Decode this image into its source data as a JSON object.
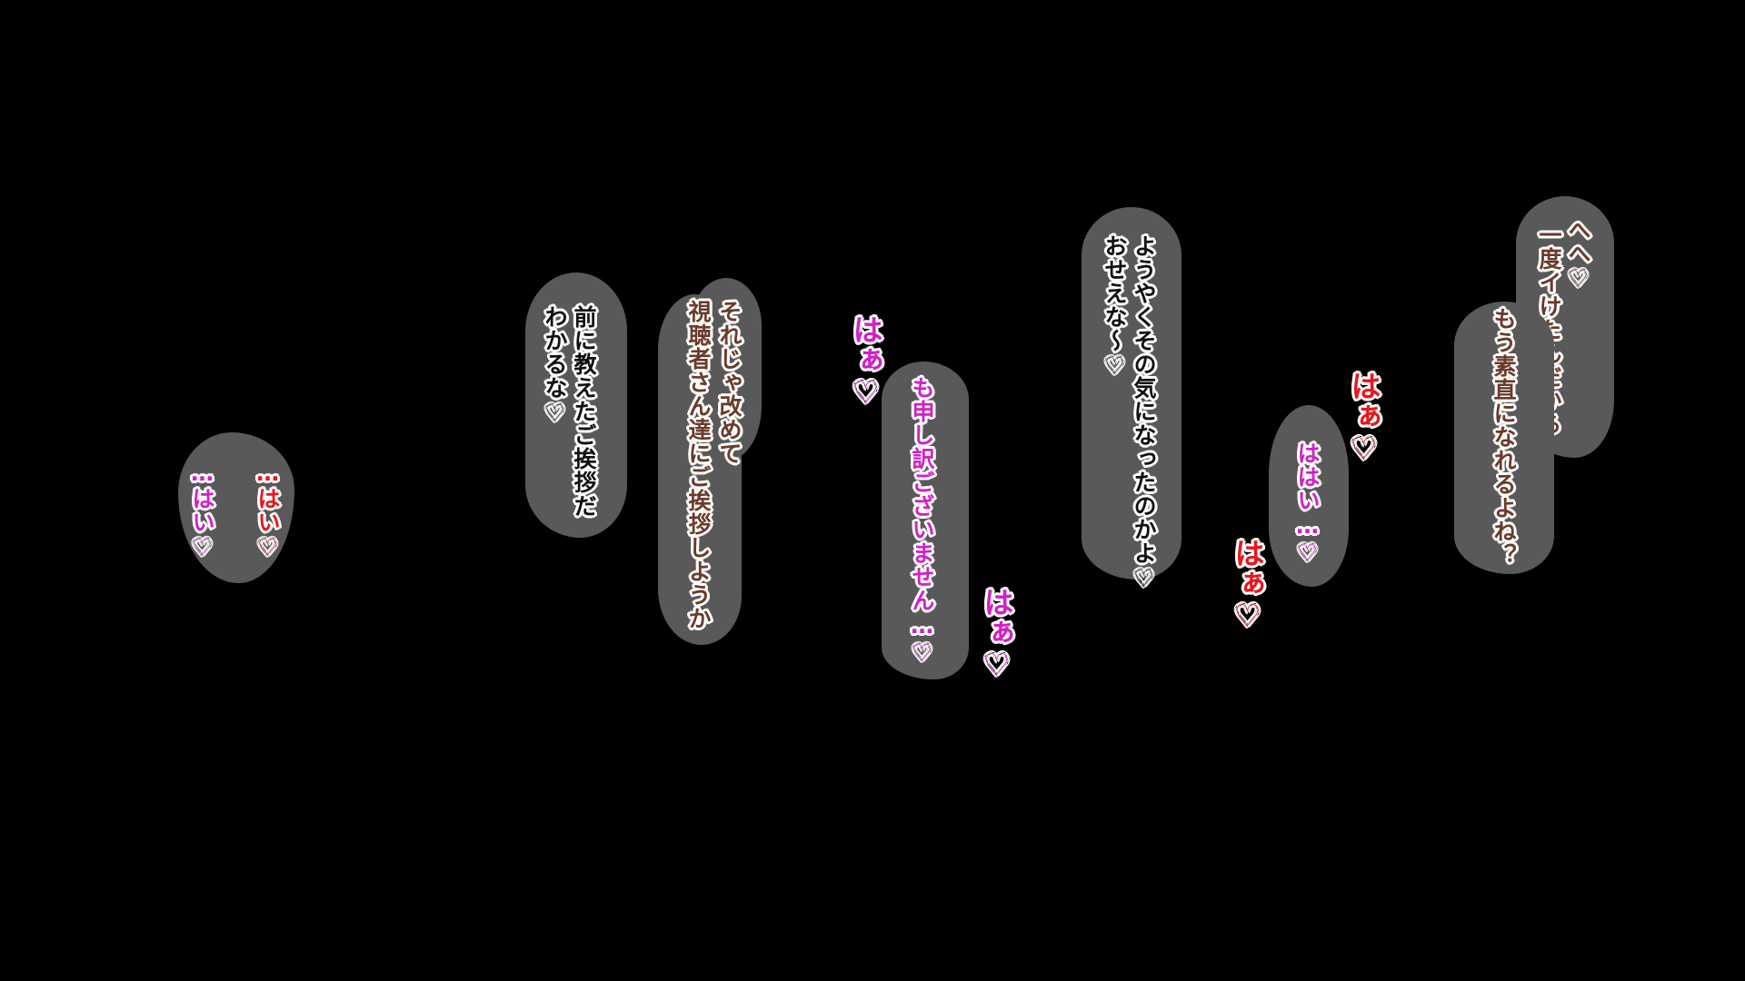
{
  "colors": {
    "background": "#000000",
    "bubble": "#595959",
    "text_black": "#111111",
    "text_brown": "#6a3a2a",
    "text_magenta": "#d31fc8",
    "text_red": "#e8161e",
    "outline": "#ffffff"
  },
  "bubbles": {
    "hai_pair": {
      "line_red": "…はい♡",
      "line_magenta": "…はい♡"
    },
    "greeting_prompt": {
      "line1": "前に教えたご挨拶だ",
      "line2": "わかるな♡"
    },
    "viewers": {
      "line1": "それじゃ改めて",
      "line2": "視聴者さん達にご挨拶しようか"
    },
    "apology": {
      "line1": "も申し訳ございません…♡"
    },
    "finally": {
      "line1": "ようやくその気になったのかよ♡",
      "line2": "おせえな～♡"
    },
    "hai_small": {
      "line1": "ははい…♡"
    },
    "once": {
      "line1": "へへ♡",
      "line2": "一度イけたんだから"
    },
    "honest": {
      "line1": "もう素直になれるよね？"
    }
  },
  "sfx": {
    "haa_magenta_1": "はぁ♡",
    "haa_magenta_2": "はぁ♡",
    "haa_red_1": "はぁ♡",
    "haa_red_2": "はぁ♡"
  }
}
